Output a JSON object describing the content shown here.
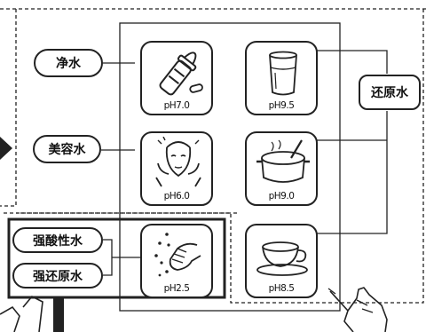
{
  "labels": {
    "pure_water": "净水",
    "beauty_water": "美容水",
    "strong_acid_water": "强酸性水",
    "strong_reduced_water": "强还原水",
    "reduced_water": "还原水"
  },
  "tiles": [
    {
      "ph": "pH7.0",
      "icon": "baby-bottle-icon"
    },
    {
      "ph": "pH9.5",
      "icon": "water-glass-icon"
    },
    {
      "ph": "pH6.0",
      "icon": "face-washing-icon"
    },
    {
      "ph": "pH9.0",
      "icon": "cooking-pot-icon"
    },
    {
      "ph": "pH2.5",
      "icon": "hand-washing-icon"
    },
    {
      "ph": "pH8.5",
      "icon": "tea-cup-icon"
    }
  ],
  "colors": {
    "ink": "#222222",
    "background": "#ffffff"
  }
}
